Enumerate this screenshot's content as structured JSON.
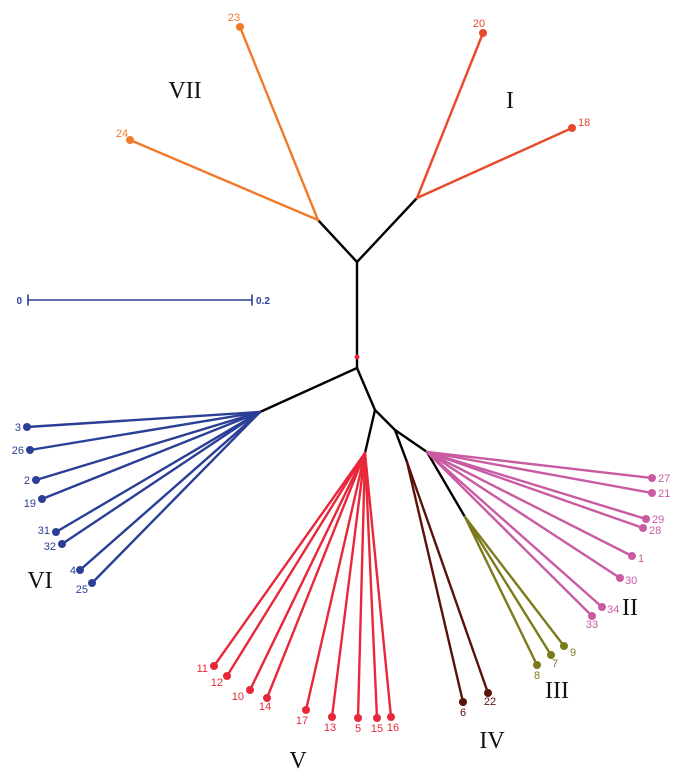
{
  "scale_bar": {
    "start_label": "0",
    "end_label": "0.2"
  },
  "clusters": [
    {
      "id": "I",
      "label": "I",
      "color": "#e8492b",
      "leaves": [
        "20",
        "18"
      ]
    },
    {
      "id": "II",
      "label": "II",
      "color": "#c95ba3",
      "leaves": [
        "27",
        "21",
        "29",
        "28",
        "1",
        "30",
        "34",
        "33"
      ]
    },
    {
      "id": "III",
      "label": "III",
      "color": "#7d7a1c",
      "leaves": [
        "8",
        "7",
        "9"
      ]
    },
    {
      "id": "IV",
      "label": "IV",
      "color": "#5a1209",
      "leaves": [
        "6",
        "22"
      ]
    },
    {
      "id": "V",
      "label": "V",
      "color": "#e8283a",
      "leaves": [
        "11",
        "12",
        "10",
        "14",
        "17",
        "13",
        "5",
        "15",
        "16"
      ]
    },
    {
      "id": "VI",
      "label": "VI",
      "color": "#2b3f96",
      "leaves": [
        "3",
        "26",
        "2",
        "19",
        "31",
        "32",
        "4",
        "25"
      ]
    },
    {
      "id": "VII",
      "label": "VII",
      "color": "#f07a2a",
      "leaves": [
        "23",
        "24"
      ]
    }
  ],
  "backbone_color": "#000000",
  "root_marker_color": "#e8283a"
}
